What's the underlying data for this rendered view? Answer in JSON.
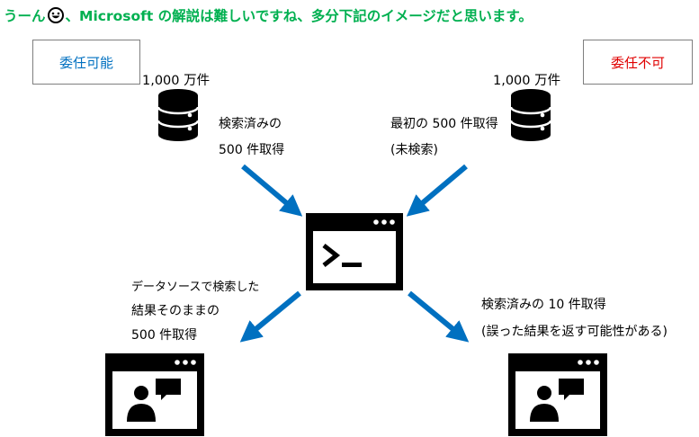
{
  "headline": {
    "pre": "うーん",
    "post": "、Microsoft の解説は難しいですね、多分下記のイメージだと思います。"
  },
  "boxes": {
    "left": "委任可能",
    "right": "委任不可"
  },
  "databases": {
    "left_count": "1,000 万件",
    "right_count": "1,000 万件"
  },
  "labels": {
    "top_left_line1": "検索済みの",
    "top_left_line2": "500 件取得",
    "top_right_line1": "最初の 500 件取得",
    "top_right_line2": "(未検索)",
    "bottom_left_line1": "データソースで検索した",
    "bottom_left_line2": "結果そのままの",
    "bottom_left_line3": "500 件取得",
    "bottom_right_line1": "検索済みの 10 件取得",
    "bottom_right_line2": "(誤った結果を返す可能性がある)"
  },
  "colors": {
    "headline": "#00b050",
    "delegable": "#0070c0",
    "non_delegable": "#e00000",
    "arrow": "#0070c0"
  },
  "icons": {
    "emoji": "grinning-face-icon",
    "database": "database-icon",
    "terminal": "terminal-window-icon",
    "app": "app-window-user-chat-icon"
  }
}
